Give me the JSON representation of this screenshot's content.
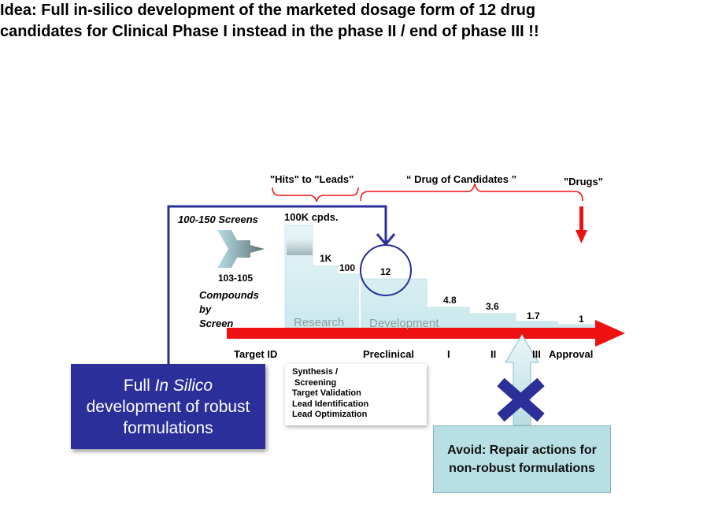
{
  "title": {
    "line1": "Idea: Full in-silico development of the marketed dosage form of 12 drug",
    "line2": "candidates for Clinical Phase I instead in the phase II / end of phase III  !!"
  },
  "brackets": {
    "hits_to_leads": "\"Hits\" to \"Leads\"",
    "drug_of_candidates": "“ Drug of Candidates ”",
    "drugs": "\"Drugs\""
  },
  "screens": {
    "label": "100-150 Screens",
    "compounds_range": "103-105",
    "compounds_by_screen_1": "Compounds",
    "compounds_by_screen_2": "by",
    "compounds_by_screen_3": "Screen"
  },
  "funnel": {
    "start_label": "100K cpds.",
    "steps": [
      "1K",
      "100",
      "12",
      "4.8",
      "3.6",
      "1.7",
      "1"
    ],
    "research_label": "Research",
    "development_label": "Development"
  },
  "timeline": {
    "stages": [
      "Target ID",
      "Preclinical",
      "I",
      "II",
      "III",
      "Approval"
    ]
  },
  "full_in_silico": {
    "line1_prefix": "Full ",
    "line1_italic": "In Silico",
    "line2": "development of robust",
    "line3": "formulations"
  },
  "research_activities": [
    "Synthesis /",
    " Screening",
    "Target Validation",
    "Lead Identification",
    "Lead Optimization"
  ],
  "avoid_box": {
    "line1": "Avoid: Repair actions for",
    "line2": "non-robust formulations"
  },
  "colors": {
    "timeline_arrow": "#ee1111",
    "connector": "#2b2f9a",
    "funnel_fill": "#dff2f4",
    "cross": "#2b2f9a",
    "avoid_fill": "#b7dfe4"
  }
}
